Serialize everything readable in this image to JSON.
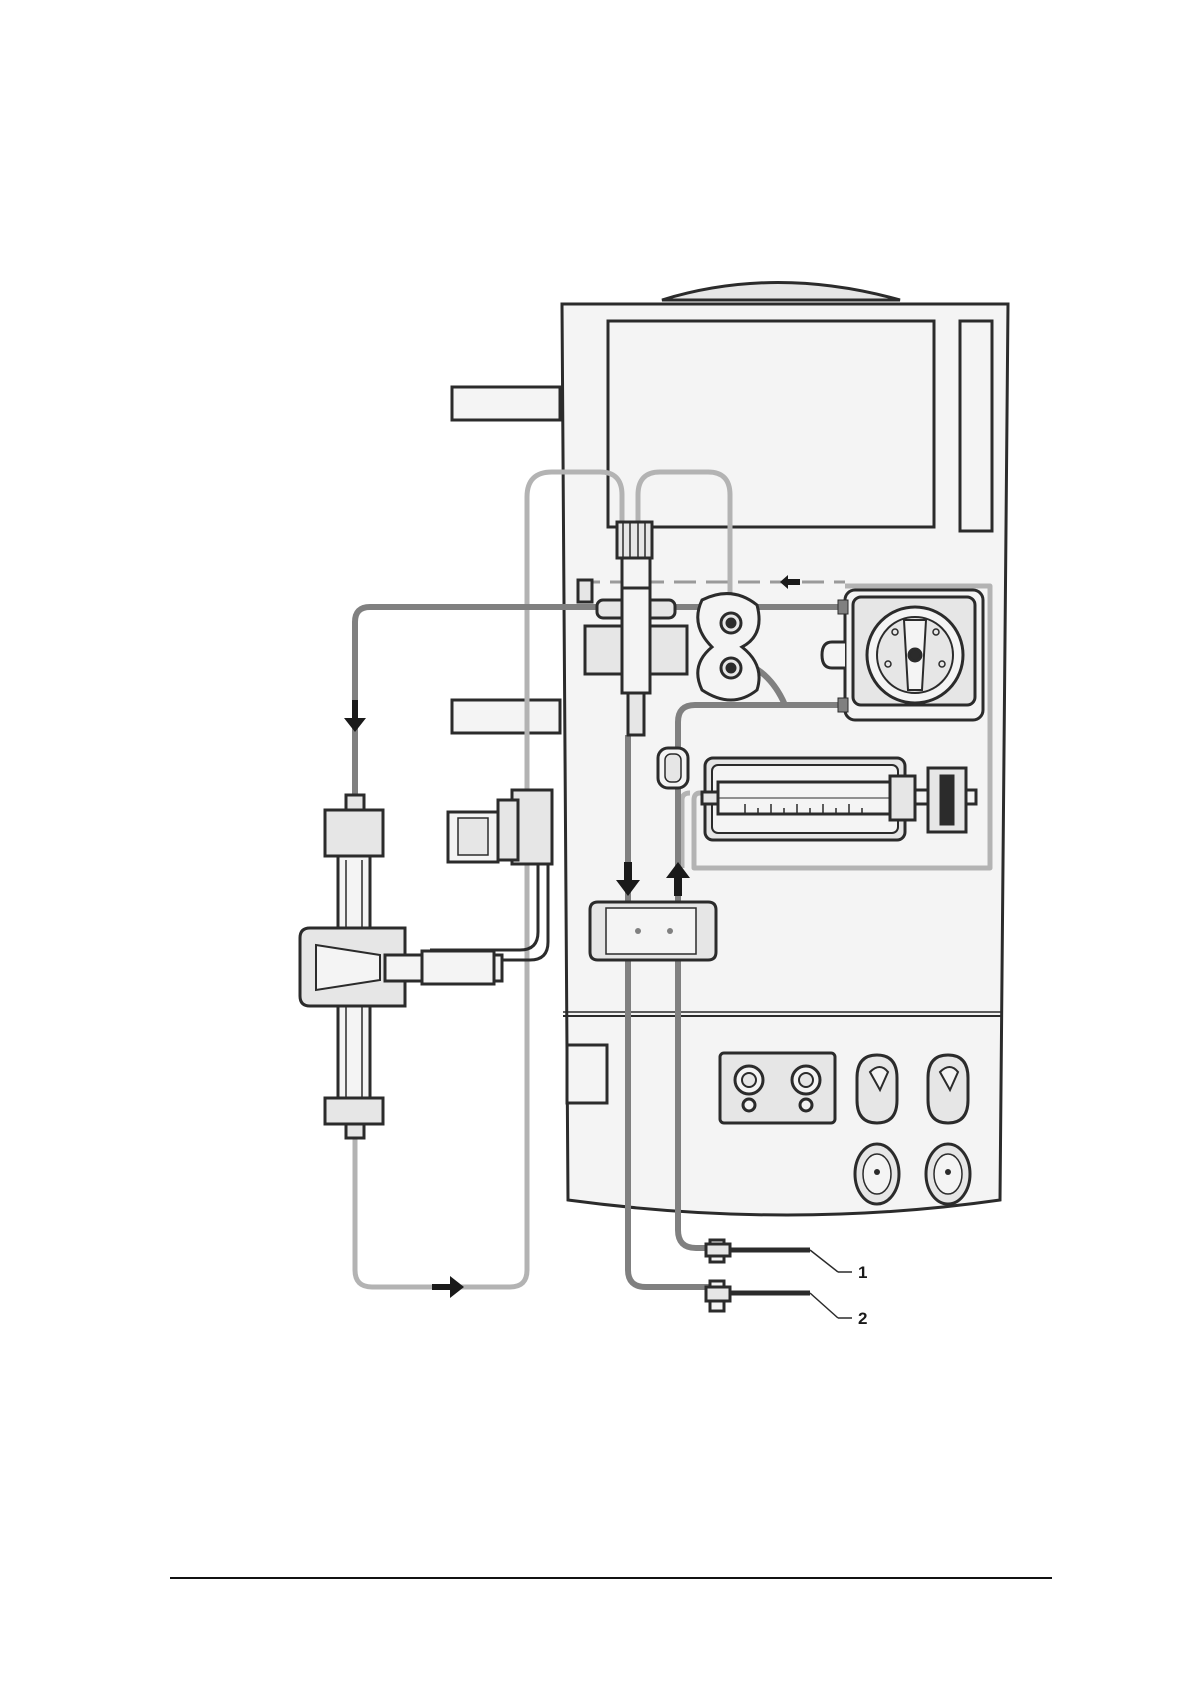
{
  "callouts": [
    {
      "id": "1",
      "text": "1"
    },
    {
      "id": "2",
      "text": "2"
    }
  ],
  "colors": {
    "line_blood": "#808080",
    "line_light": "#b3b3b3",
    "line_dark": "#2b2b2b",
    "device_outline": "#2b2b2b",
    "device_fill": "#f4f4f4",
    "component_fill": "#e6e6e6",
    "arrow": "#1a1a1a"
  }
}
